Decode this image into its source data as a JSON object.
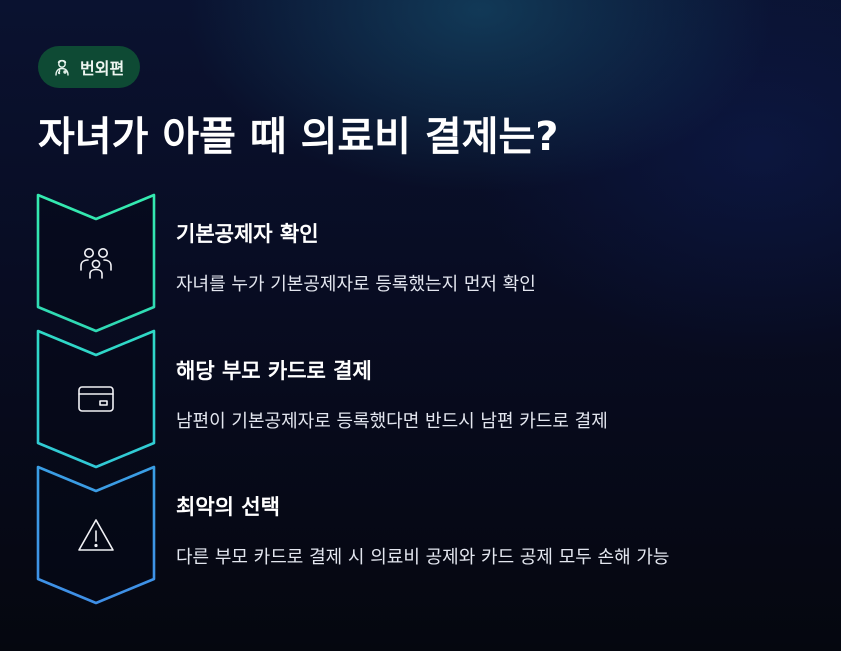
{
  "badge": {
    "icon": "doctor-icon",
    "label": "번외편"
  },
  "title": "자녀가 아플 때 의료비 결제는?",
  "steps": [
    {
      "icon": "family-icon",
      "title": "기본공제자 확인",
      "description": "자녀를 누가 기본공제자로 등록했는지 먼저 확인"
    },
    {
      "icon": "credit-card-icon",
      "title": "해당 부모 카드로 결제",
      "description": "남편이 기본공제자로 등록했다면 반드시 남편 카드로 결제"
    },
    {
      "icon": "warning-icon",
      "title": "최악의 선택",
      "description": "다른 부모 카드로 결제 시 의료비 공제와 카드 공제 모두 손해 가능"
    }
  ],
  "colors": {
    "badge_background": "#0e4a34",
    "chevron_1": "#2fe6b0",
    "chevron_2": "#2fd6d0",
    "chevron_3": "#3f8fe6"
  }
}
